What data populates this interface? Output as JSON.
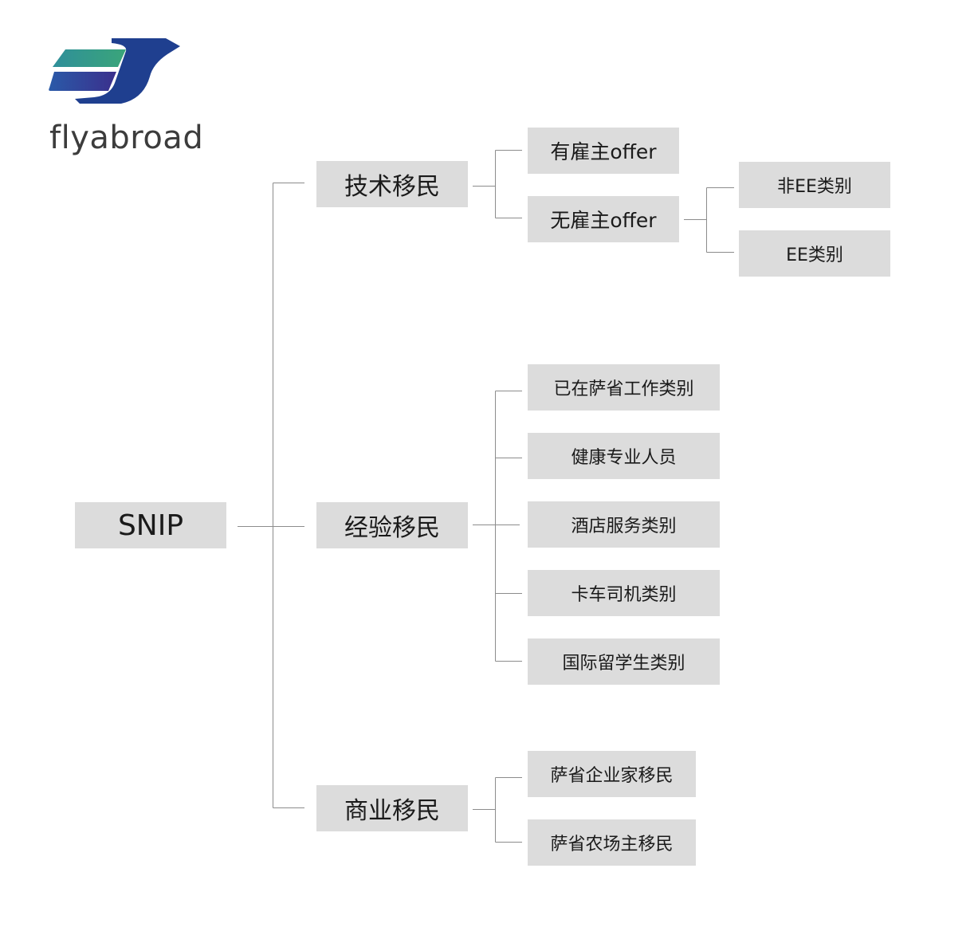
{
  "brand": {
    "name": "flyabroad",
    "colors": {
      "green": "#3a9b7c",
      "blue": "#1f3f8f",
      "gradient_mid": "#2b6ea6"
    }
  },
  "tree": {
    "root": {
      "label": "SNIP"
    },
    "level1": [
      {
        "label": "技术移民"
      },
      {
        "label": "经验移民"
      },
      {
        "label": "商业移民"
      }
    ],
    "tech_children": [
      {
        "label": "有雇主offer"
      },
      {
        "label": "无雇主offer"
      }
    ],
    "no_offer_children": [
      {
        "label": "非EE类别"
      },
      {
        "label": "EE类别"
      }
    ],
    "experience_children": [
      {
        "label": "已在萨省工作类别"
      },
      {
        "label": "健康专业人员"
      },
      {
        "label": "酒店服务类别"
      },
      {
        "label": "卡车司机类别"
      },
      {
        "label": "国际留学生类别"
      }
    ],
    "business_children": [
      {
        "label": "萨省企业家移民"
      },
      {
        "label": "萨省农场主移民"
      }
    ]
  },
  "style": {
    "node_bg": "#dcdcdc",
    "line_color": "#8c8c8c"
  }
}
